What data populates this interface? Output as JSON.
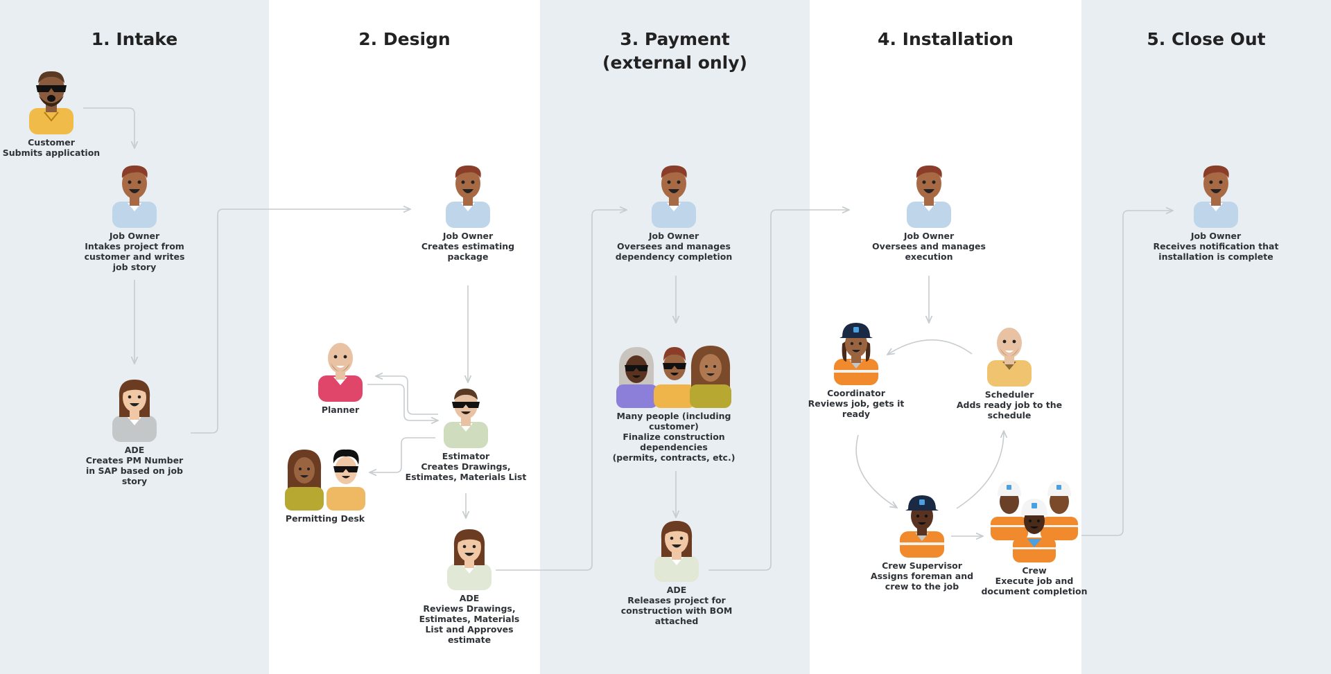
{
  "colors": {
    "band_light": "#e8eef2",
    "band_white": "#ffffff",
    "connector": "#c7cccf",
    "text": "#2f3338"
  },
  "columns": [
    {
      "title": "1. Intake"
    },
    {
      "title": "2. Design"
    },
    {
      "title": "3. Payment\n(external only)"
    },
    {
      "title": "4. Installation"
    },
    {
      "title": "5. Close Out"
    }
  ],
  "actors": [
    {
      "id": "customer",
      "icon": "customer-icon",
      "role": "Customer",
      "desc": "Submits application"
    },
    {
      "id": "intake-job-owner",
      "icon": "job-owner-icon",
      "role": "Job Owner",
      "desc": "Intakes project from\ncustomer and writes\njob story"
    },
    {
      "id": "intake-ade",
      "icon": "ade-icon",
      "role": "ADE",
      "desc": "Creates PM Number\nin SAP based on job\nstory"
    },
    {
      "id": "design-job-owner",
      "icon": "job-owner-icon",
      "role": "Job Owner",
      "desc": "Creates estimating\npackage"
    },
    {
      "id": "planner",
      "icon": "planner-icon",
      "role": "Planner",
      "desc": ""
    },
    {
      "id": "estimator",
      "icon": "estimator-icon",
      "role": "Estimator",
      "desc": "Creates Drawings,\nEstimates, Materials List"
    },
    {
      "id": "permitting-desk",
      "icon": "permitting-desk-icon",
      "role": "Permitting Desk",
      "desc": ""
    },
    {
      "id": "design-ade",
      "icon": "ade-icon",
      "role": "ADE",
      "desc": "Reviews Drawings,\nEstimates, Materials\nList and Approves\nestimate"
    },
    {
      "id": "payment-job-owner",
      "icon": "job-owner-icon",
      "role": "Job Owner",
      "desc": "Oversees and manages\ndependency completion"
    },
    {
      "id": "many-people",
      "icon": "group-icon",
      "role": "Many people (including customer)",
      "desc": "Finalize construction\ndependencies\n(permits, contracts, etc.)"
    },
    {
      "id": "payment-ade",
      "icon": "ade-icon",
      "role": "ADE",
      "desc": "Releases project for\nconstruction with BOM\nattached"
    },
    {
      "id": "install-job-owner",
      "icon": "job-owner-icon",
      "role": "Job Owner",
      "desc": "Oversees and manages\nexecution"
    },
    {
      "id": "coordinator",
      "icon": "coordinator-icon",
      "role": "Coordinator",
      "desc": "Reviews job, gets it\nready"
    },
    {
      "id": "scheduler",
      "icon": "scheduler-icon",
      "role": "Scheduler",
      "desc": "Adds ready job to the\nschedule"
    },
    {
      "id": "crew-supervisor",
      "icon": "crew-supervisor-icon",
      "role": "Crew Supervisor",
      "desc": "Assigns foreman and\ncrew to the job"
    },
    {
      "id": "crew",
      "icon": "crew-icon",
      "role": "Crew",
      "desc": "Execute job and\ndocument completion"
    },
    {
      "id": "closeout-job-owner",
      "icon": "job-owner-icon",
      "role": "Job Owner",
      "desc": "Receives notification that\ninstallation is complete"
    }
  ]
}
